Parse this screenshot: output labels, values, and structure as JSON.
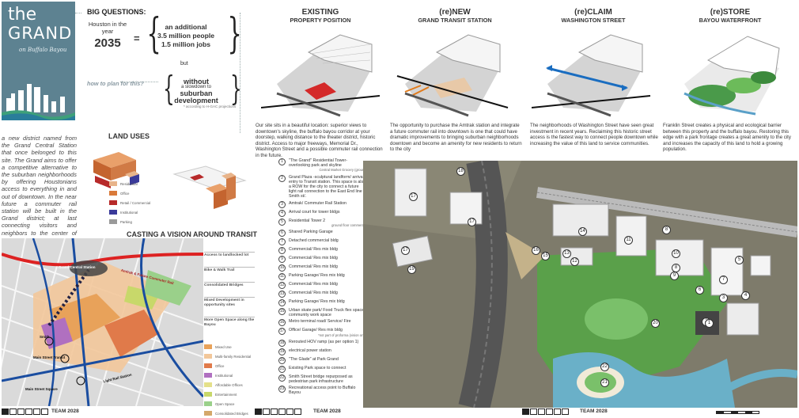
{
  "brand": {
    "title_line1": "the",
    "title_line2": "GRAND",
    "subtitle": "on Buffalo Bayou"
  },
  "intro": "a new district named from the Grand Central Station that once belonged to this site. The Grand aims to offer a competitive alternative to the suburban neighborhoods by offering Houstonians access to everything in and out of downtown. In the near future a commuter rail station will be built in the Grand district; at last connecting visitors and neighbors to the center of Houston",
  "big_questions": {
    "title": "BIG QUESTIONS:",
    "houston": "Houston in the year",
    "year": "2035",
    "equals": "=",
    "values": [
      "an additional",
      "3.5 million people",
      "1.5 million jobs"
    ],
    "but": "but",
    "how": "how to plan for this?",
    "without": "without",
    "slowdown": "a slowdown to",
    "suburban": "suburban development",
    "footnote": "* according to H-GAC projections"
  },
  "land_uses": {
    "title": "LAND USES",
    "legend": [
      "Residential",
      "Office",
      "Retail / Commercial",
      "Institutional",
      "Parking"
    ],
    "colors": [
      "#e8b48a",
      "#d97a3a",
      "#b72a2a",
      "#3a3a9a",
      "#9a9a9a"
    ]
  },
  "casting": {
    "title": "CASTING A VISION AROUND TRANSIT",
    "callouts": [
      "Access to landlocked lot",
      "Bike & Walk Trail",
      "Consolidated Bridges",
      "Mixed Development in opportunity sites",
      "More Open Space along the Bayou"
    ],
    "map_labels": [
      "Grand Central Station",
      "Amtrak & Future Commuter Rail",
      "Smith",
      "Main Street Transit",
      "Main Street Square",
      "Light Rail Station"
    ],
    "key": [
      {
        "label": "Mixed Use",
        "color": "#e8a25a"
      },
      {
        "label": "Multi-family Residential",
        "color": "#f2c79a"
      },
      {
        "label": "Office",
        "color": "#e07a4a"
      },
      {
        "label": "Institutional",
        "color": "#b070c0"
      },
      {
        "label": "Affordable Offices",
        "color": "#e4e08a"
      },
      {
        "label": "Entertainment",
        "color": "#c8d86a"
      },
      {
        "label": "Open Space",
        "color": "#9ad08a"
      },
      {
        "label": "Consolidated Bridges",
        "color": "#d4a86a"
      }
    ]
  },
  "columns": [
    {
      "title": "EXISTING",
      "subtitle": "PROPERTY POSITION",
      "text": "Our site sits in a beautiful location: superior views to downtown's skyline, the buffalo bayou corridor at your doorstep, walking distance to the theater district, historic district. Access to major freeways, Memorial Dr., Washington Street and a possible commuter rail connection in the future."
    },
    {
      "title": "(re)NEW",
      "subtitle": "GRAND TRANSIT STATION",
      "text": "The opportunity to purchase the Amtrak station and integrate a future commuter rail into downtown is one that could have dramatic improvements to bringing suburban neighborhoods downtown and become an amenity for new residents to return to the city"
    },
    {
      "title": "(re)CLAIM",
      "subtitle": "WASHINGTON STREET",
      "text": "The neighborhoods of Washington Street have seen great investment in recent years. Reclaiming this historic street access is the fastest way to connect people downtown while increasing the value of this land to service communities."
    },
    {
      "title": "(re)STORE",
      "subtitle": "BAYOU WATERFRONT",
      "text": "Franklin Street creates a physical and ecological barrier between this property and the buffalo bayou. Restoring this edge with a park frontage creates a great amenity to the city and increases the capacity of this land to hold a growing population."
    }
  ],
  "key_items": [
    {
      "num": "1",
      "label": "\"The Grand\" Residential Tower- overlooking park and skyline",
      "sub": "Central Market Grocery (ground)"
    },
    {
      "num": "2",
      "label": "Grand Plaza -sculptural landform/ arrival entry to Transit station. This space is also a ROW for the city to connect a future light rail connection to the East End line of Smith st/.",
      "sub": ""
    },
    {
      "num": "3",
      "label": "Amtrak/ Commuter Rail Station",
      "sub": ""
    },
    {
      "num": "4",
      "label": "Arrival court for tower bldgs",
      "sub": ""
    },
    {
      "num": "5",
      "label": "Residential Tower 2",
      "sub": "ground floor commercial"
    },
    {
      "num": "6",
      "label": "Shared Parking Garage",
      "sub": ""
    },
    {
      "num": "7",
      "label": "Detached commercial bldg",
      "sub": ""
    },
    {
      "num": "8",
      "label": "Commercial/ Res mix bldg",
      "sub": ""
    },
    {
      "num": "9",
      "label": "Commercial/ Res mix bldg",
      "sub": ""
    },
    {
      "num": "10",
      "label": "Commercial/ Res mix bldg",
      "sub": ""
    },
    {
      "num": "11",
      "label": "Parking Garage/ Res mix bldg",
      "sub": ""
    },
    {
      "num": "12",
      "label": "Commercial/ Res mix bldg",
      "sub": ""
    },
    {
      "num": "13",
      "label": "Commercial/ Res mix bldg",
      "sub": ""
    },
    {
      "num": "14",
      "label": "Parking Garage/ Res mix bldg",
      "sub": ""
    },
    {
      "num": "15",
      "label": "Urban skate park/ Food Truck flex space/ community work space",
      "sub": ""
    },
    {
      "num": "16",
      "label": "Metro terminal road/ Service/ Fire",
      "sub": ""
    },
    {
      "num": "17",
      "label": "Office/ Garage/ Res mix bldg",
      "sub": "*not part of proforma (vision only)"
    },
    {
      "num": "18",
      "label": "Rerouted HOV ramp (as per option 1)",
      "sub": ""
    },
    {
      "num": "19",
      "label": "electrical power station",
      "sub": ""
    },
    {
      "num": "20",
      "label": "\"The Glade\" at Park Grand",
      "sub": ""
    },
    {
      "num": "21",
      "label": "Existing Park space to connect",
      "sub": ""
    },
    {
      "num": "22",
      "label": "Smith Street bridge repurposed as pedestrian park infrastructure",
      "sub": ""
    },
    {
      "num": "23",
      "label": "Recreational access point to Buffalo Bayou",
      "sub": ""
    }
  ],
  "plan_markers": [
    "18",
    "17",
    "17",
    "17",
    "19",
    "16",
    "14",
    "13",
    "15",
    "12",
    "11",
    "10",
    "9",
    "8",
    "8",
    "7",
    "6",
    "5",
    "4",
    "3",
    "2",
    "1",
    "20",
    "22",
    "21"
  ],
  "footer": {
    "team": "TEAM 2028"
  }
}
